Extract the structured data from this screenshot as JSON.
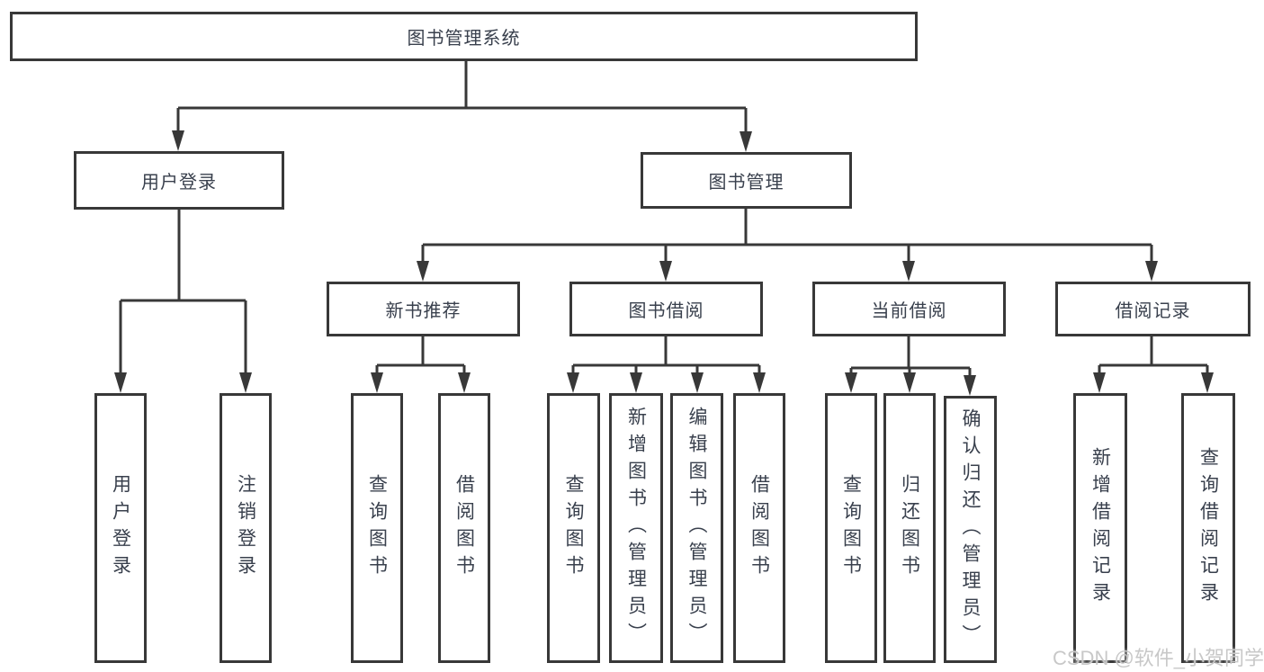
{
  "diagram": {
    "root": "图书管理系统",
    "level2": {
      "user_login": "用户登录",
      "book_management": "图书管理"
    },
    "level3": {
      "new_book": "新书推荐",
      "book_borrow": "图书借阅",
      "current_borrow": "当前借阅",
      "borrow_record": "借阅记录"
    },
    "leaves": {
      "user_login": "用户登录",
      "logout": "注销登录",
      "nb_query": "查询图书",
      "nb_borrow": "借阅图书",
      "bb_query": "查询图书",
      "bb_add": "新增图书（管理员）",
      "bb_edit": "编辑图书（管理员）",
      "bb_borrow": "借阅图书",
      "cb_query": "查询图书",
      "cb_return": "归还图书",
      "cb_confirm": "确认归还（管理员）",
      "br_add": "新增借阅记录",
      "br_query": "查询借阅记录"
    }
  },
  "watermark": "CSDN @软件_小贺同学",
  "colors": {
    "line": "#383838",
    "text": "#39404d",
    "background": "#ffffff",
    "watermark": "#c8c8c8"
  }
}
